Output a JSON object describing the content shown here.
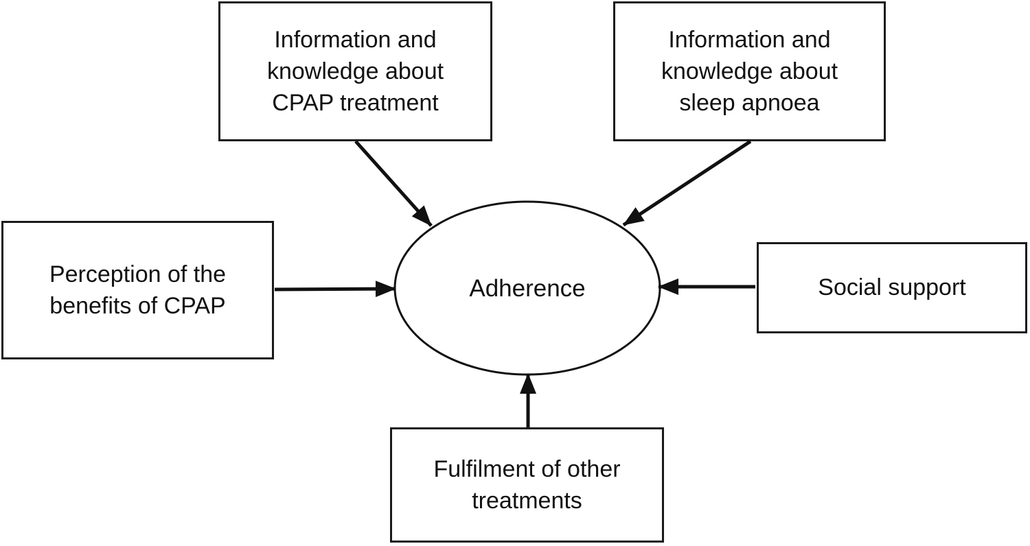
{
  "diagram": {
    "center_node": {
      "id": "adherence",
      "label": "Adherence",
      "shape": "ellipse"
    },
    "nodes": [
      {
        "id": "cpap-info",
        "label": "Information and\nknowledge about\nCPAP treatment",
        "position": "top-left"
      },
      {
        "id": "apnoea-info",
        "label": "Information and\nknowledge about\nsleep apnoea",
        "position": "top-right"
      },
      {
        "id": "perception",
        "label": "Perception of the\nbenefits of CPAP",
        "position": "left"
      },
      {
        "id": "social-support",
        "label": "Social support",
        "position": "right"
      },
      {
        "id": "fulfilment",
        "label": "Fulfilment of other\ntreatments",
        "position": "bottom"
      }
    ],
    "edges": [
      {
        "from": "cpap-info",
        "to": "adherence"
      },
      {
        "from": "apnoea-info",
        "to": "adherence"
      },
      {
        "from": "perception",
        "to": "adherence"
      },
      {
        "from": "social-support",
        "to": "adherence"
      },
      {
        "from": "fulfilment",
        "to": "adherence"
      }
    ],
    "colors": {
      "stroke": "#111111",
      "background": "#ffffff",
      "text": "#111111"
    }
  }
}
